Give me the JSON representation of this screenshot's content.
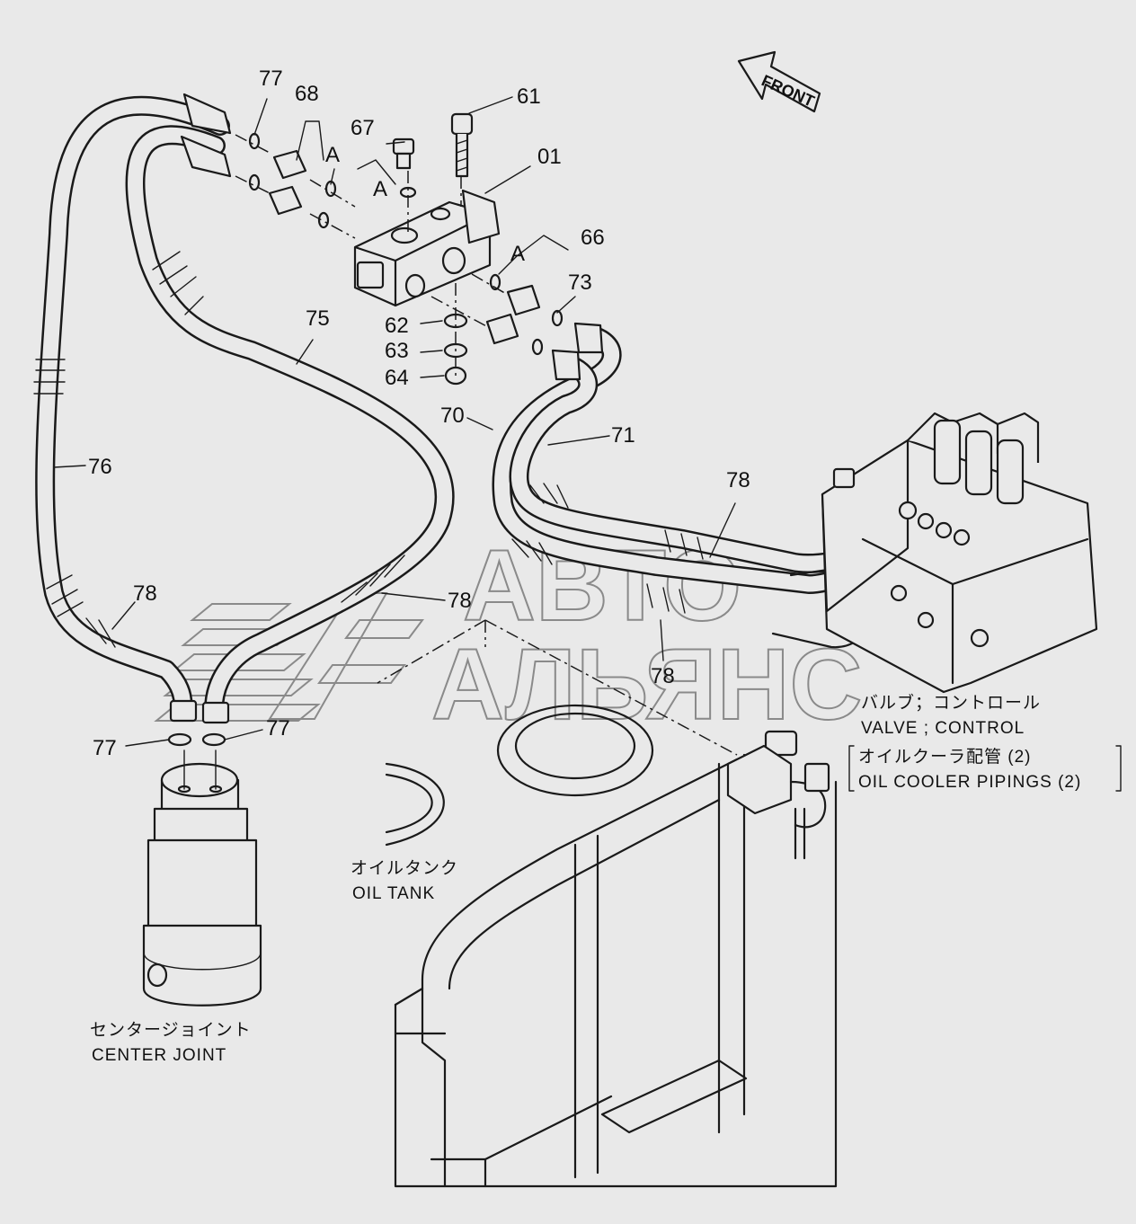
{
  "direction": "FRONT",
  "watermark": {
    "line1": "АВТО",
    "line2": "АЛЬЯНС"
  },
  "callouts": {
    "c61": "61",
    "c01": "01",
    "c67": "67",
    "c68": "68",
    "c77a": "77",
    "cA1": "A",
    "cA2": "A",
    "cA3": "A",
    "c66": "66",
    "c73": "73",
    "c62": "62",
    "c63": "63",
    "c64": "64",
    "c75": "75",
    "c76": "76",
    "c70": "70",
    "c71": "71",
    "c78a": "78",
    "c78b": "78",
    "c78c": "78",
    "c78d": "78",
    "c77b": "77",
    "c77c": "77"
  },
  "labels": {
    "valve_jp": "バルブ；コントロール",
    "valve_en": "VALVE ; CONTROL",
    "cooler_jp": "オイルクーラ配管 (2)",
    "cooler_en": "OIL COOLER PIPINGS (2)",
    "tank_jp": "オイルタンク",
    "tank_en": "OIL TANK",
    "joint_jp": "センタージョイント",
    "joint_en": "CENTER JOINT"
  }
}
